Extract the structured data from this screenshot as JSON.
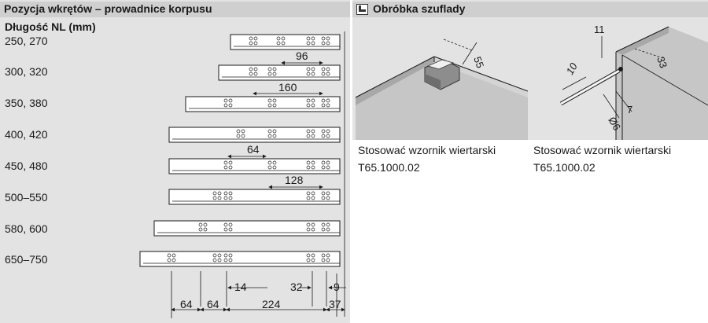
{
  "left": {
    "title": "Pozycja wkrętów – prowadnice korpusu",
    "subtitle": "Długość NL (mm)",
    "lengths": [
      "250, 270",
      "300, 320",
      "350, 380",
      "400, 420",
      "450, 480",
      "500–550",
      "580, 600",
      "650–750"
    ],
    "inner_dims": [
      "96",
      "160",
      "64",
      "128"
    ],
    "bottom_dims_top": [
      "14",
      "32",
      "9"
    ],
    "bottom_dims": [
      "64",
      "64",
      "224",
      "37"
    ]
  },
  "right": {
    "title": "Obróbka szuflady",
    "icon": "drawer-processing-icon",
    "panel1_dim": "55",
    "panel2_dims": [
      "11",
      "33",
      "10",
      "7",
      "Ø6"
    ],
    "caption1_line1": "Stosować wzornik wiertarski",
    "caption1_line2": "T65.1000.02",
    "caption2_line1": "Stosować wzornik wiertarski",
    "caption2_line2": "T65.1000.02"
  }
}
